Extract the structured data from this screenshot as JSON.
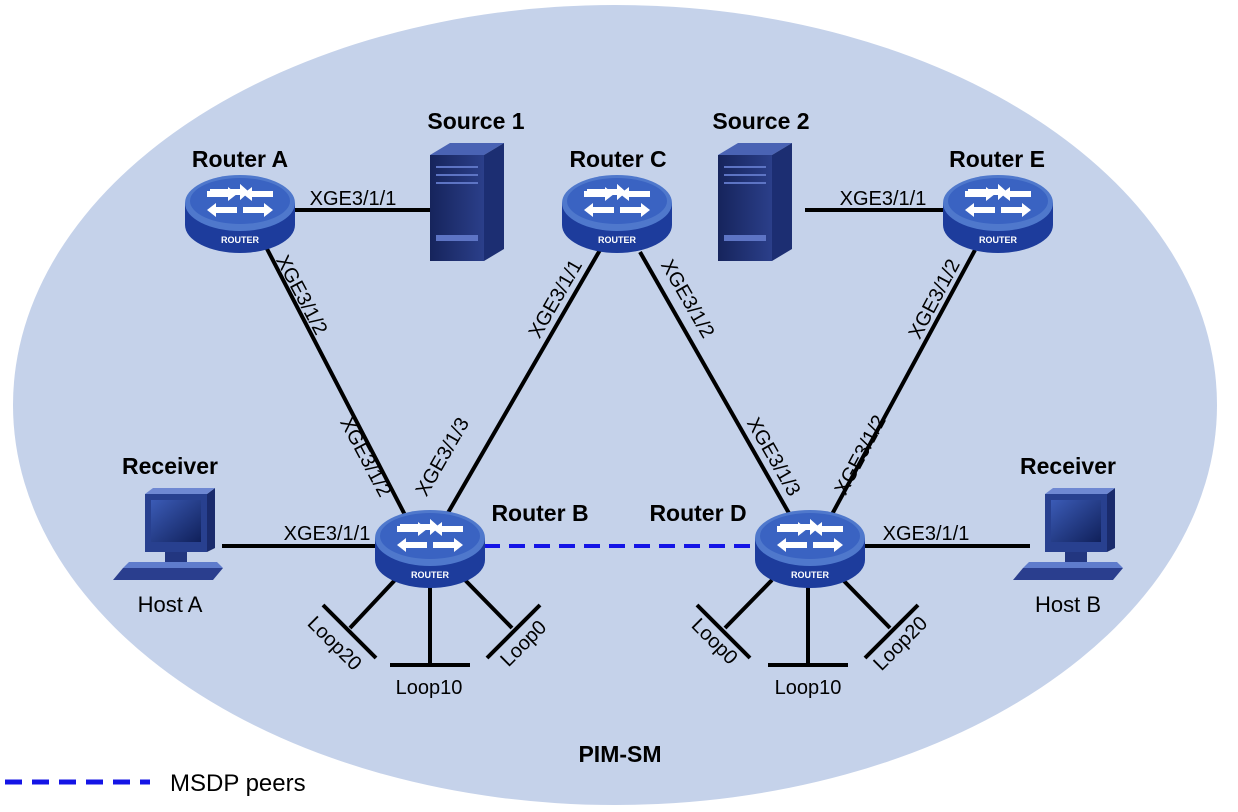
{
  "domain_label": "PIM-SM",
  "legend": {
    "msdp": "MSDP peers",
    "msdp_color": "#1414e6"
  },
  "colors": {
    "domain_fill": "#c5d2ea",
    "router_body": "#1d3c9c",
    "router_top": "#4f78cc",
    "link": "#000000"
  },
  "routers": {
    "a": {
      "name": "Router A",
      "badge": "ROUTER"
    },
    "b": {
      "name": "Router B",
      "badge": "ROUTER"
    },
    "c": {
      "name": "Router C",
      "badge": "ROUTER"
    },
    "d": {
      "name": "Router D",
      "badge": "ROUTER"
    },
    "e": {
      "name": "Router E",
      "badge": "ROUTER"
    }
  },
  "sources": {
    "s1": "Source 1",
    "s2": "Source 2"
  },
  "hosts": {
    "a": {
      "role": "Receiver",
      "name": "Host A"
    },
    "b": {
      "role": "Receiver",
      "name": "Host B"
    }
  },
  "interfaces": {
    "a_s1": "XGE3/1/1",
    "a_b_a": "XGE3/1/2",
    "a_b_b": "XGE3/1/2",
    "c_b_c": "XGE3/1/1",
    "c_b_b": "XGE3/1/3",
    "c_d_c": "XGE3/1/2",
    "c_d_d": "XGE3/1/3",
    "e_s2": "XGE3/1/1",
    "e_d_e": "XGE3/1/2",
    "e_d_d": "XGE3/1/2",
    "b_host": "XGE3/1/1",
    "d_host": "XGE3/1/1"
  },
  "loopbacks": {
    "b": {
      "l20": "Loop20",
      "l10": "Loop10",
      "l0": "Loop0"
    },
    "d": {
      "l0": "Loop0",
      "l10": "Loop10",
      "l20": "Loop20"
    }
  }
}
